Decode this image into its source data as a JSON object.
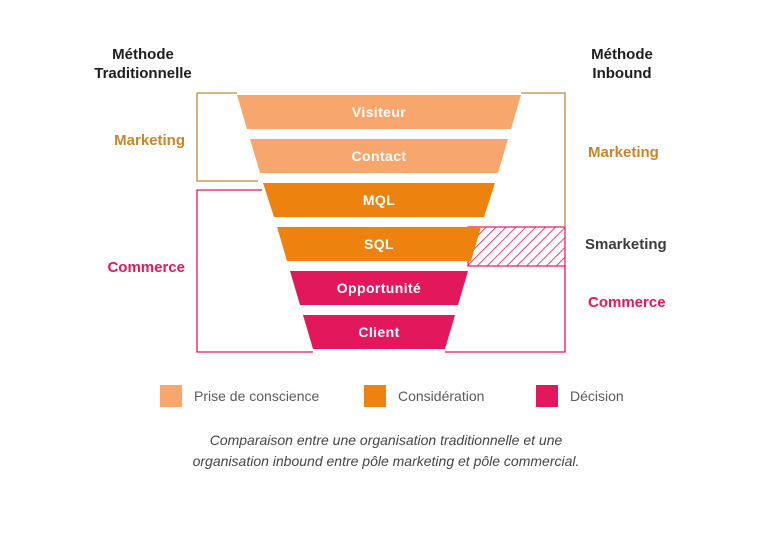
{
  "header": {
    "left_title": "Méthode Traditionnelle",
    "right_title": "Méthode Inbound"
  },
  "colors": {
    "awareness": "#F7A76E",
    "consideration": "#ED820F",
    "decision": "#E3175B",
    "bracket_orange": "#C08A2F",
    "marketing_label": "#C8862B",
    "smarketing_label": "#3C3C3C",
    "title_text": "#1E1E1E",
    "legend_text": "#5B5B5B",
    "funnel_label_text": "#FFFFFF"
  },
  "funnel": {
    "levels": [
      {
        "label": "Visiteur",
        "stage": "Prise de conscience"
      },
      {
        "label": "Contact",
        "stage": "Prise de conscience"
      },
      {
        "label": "MQL",
        "stage": "Considération"
      },
      {
        "label": "SQL",
        "stage": "Considération"
      },
      {
        "label": "Opportunité",
        "stage": "Décision"
      },
      {
        "label": "Client",
        "stage": "Décision"
      }
    ]
  },
  "left_labels": {
    "marketing": "Marketing",
    "commerce": "Commerce"
  },
  "right_labels": {
    "marketing": "Marketing",
    "smarketing": "Smarketing",
    "commerce": "Commerce"
  },
  "legend": [
    {
      "label": "Prise de conscience",
      "color": "#F7A76E"
    },
    {
      "label": "Considération",
      "color": "#ED820F"
    },
    {
      "label": "Décision",
      "color": "#E3175B"
    }
  ],
  "caption": "Comparaison entre une organisation traditionnelle et une organisation inbound entre pôle marketing et pôle commercial."
}
